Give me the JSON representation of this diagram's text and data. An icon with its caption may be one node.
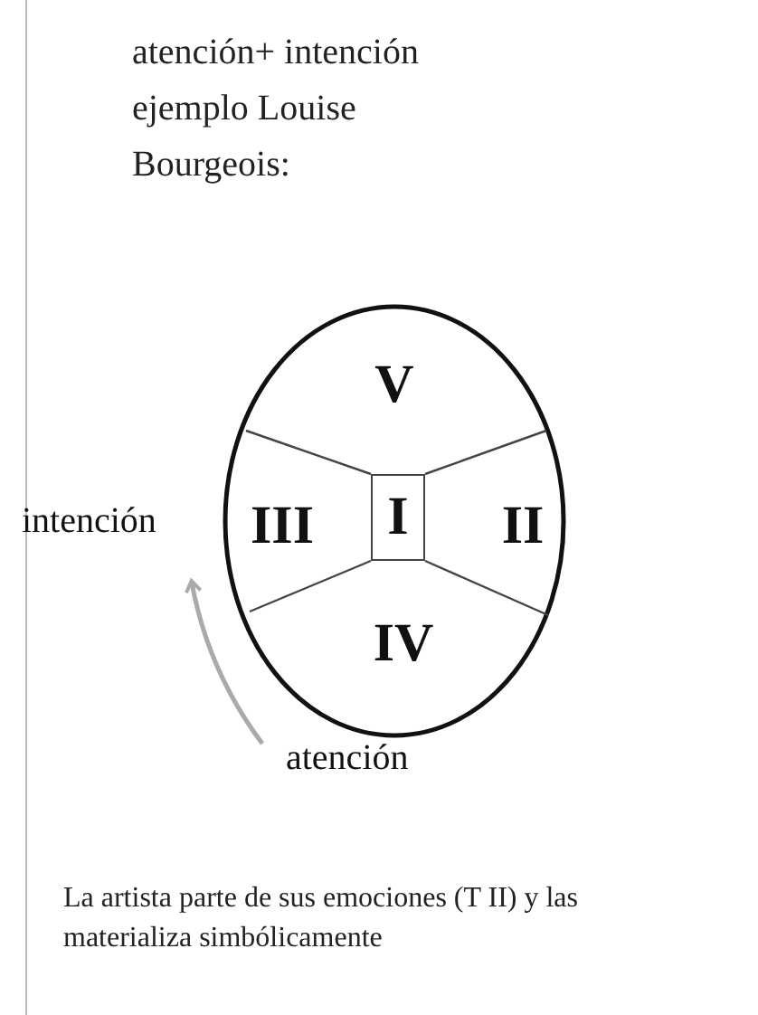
{
  "diagram": {
    "title": "atención+ intención ejemplo Louise Bourgeois:",
    "caption": "La artista parte de sus emociones (T II) y las materializa simbólicamente",
    "nodes": [
      {
        "text": [],
        "shape": "ellipse"
      },
      {
        "text": [
          "V"
        ],
        "in": 0
      },
      {
        "text": [
          "III"
        ],
        "in": 0
      },
      {
        "text": [
          "I"
        ],
        "in": 0
      },
      {
        "text": [
          "II"
        ],
        "in": 0
      },
      {
        "text": [
          "IV"
        ],
        "in": 0
      },
      {
        "text": [
          "intención"
        ]
      },
      {
        "text": [
          "atención"
        ]
      }
    ],
    "edges": [
      {
        "from": 7,
        "to": 6,
        "arrow": "to",
        "color": "#aaaaaa"
      }
    ]
  }
}
